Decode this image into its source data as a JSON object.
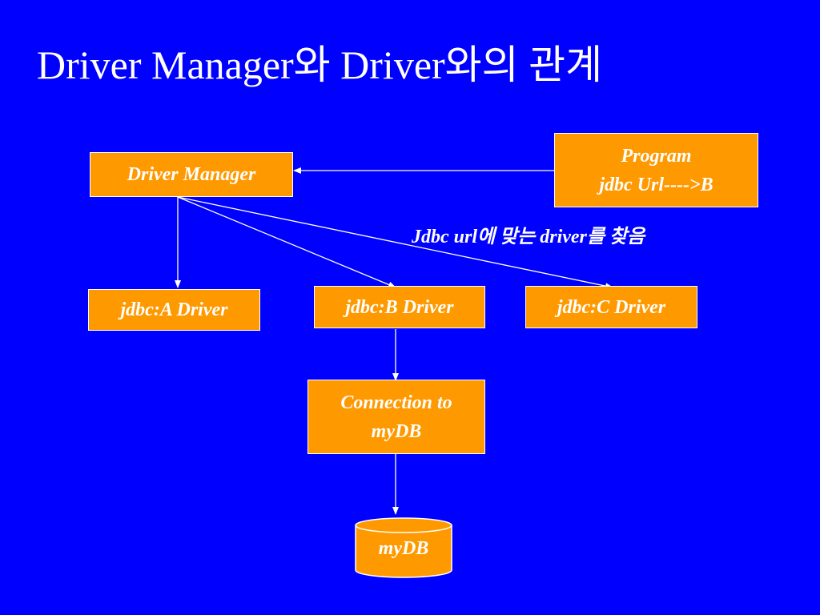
{
  "title": "Driver Manager와 Driver와의 관계",
  "nodes": {
    "driver_manager": "Driver Manager",
    "program_line1": "Program",
    "program_line2": "jdbc Url---->B",
    "driver_a": "jdbc:A Driver",
    "driver_b": "jdbc:B Driver",
    "driver_c": "jdbc:C Driver",
    "connection_line1": "Connection to",
    "connection_line2": "myDB",
    "database": "myDB"
  },
  "annotation": "Jdbc url에 맞는 driver를 찾음",
  "colors": {
    "background": "#0000ff",
    "box_fill": "#ff9900",
    "text": "#ffffff",
    "line": "#ffffff"
  }
}
